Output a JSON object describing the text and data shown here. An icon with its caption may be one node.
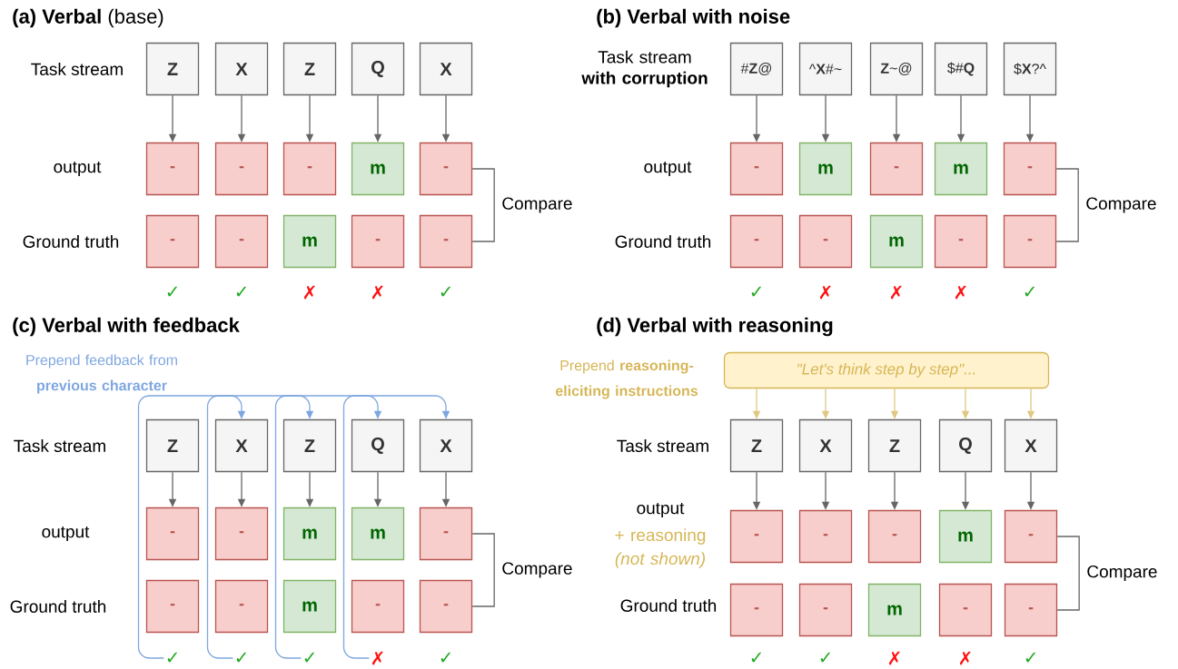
{
  "diagram": {
    "nodes": [
      {
        "text": [
          "Z"
        ]
      },
      {
        "text": [
          "X"
        ]
      },
      {
        "text": [
          "Z"
        ]
      },
      {
        "text": [
          "Q"
        ]
      },
      {
        "text": [
          "X"
        ]
      },
      {
        "text": [
          "-"
        ]
      },
      {
        "text": [
          "-"
        ]
      },
      {
        "text": [
          "-"
        ]
      },
      {
        "text": [
          "m"
        ]
      },
      {
        "text": [
          "-"
        ]
      },
      {
        "text": [
          "-"
        ]
      },
      {
        "text": [
          "-"
        ]
      },
      {
        "text": [
          "m"
        ]
      },
      {
        "text": [
          "-"
        ]
      },
      {
        "text": [
          "-"
        ]
      },
      {
        "text": [
          "#**Z**@"
        ]
      },
      {
        "text": [
          "^**X**#~"
        ]
      },
      {
        "text": [
          "**Z**~@"
        ]
      },
      {
        "text": [
          "$#**Q**"
        ]
      },
      {
        "text": [
          "$**X**?^"
        ]
      },
      {
        "text": [
          "-"
        ]
      },
      {
        "text": [
          "m"
        ]
      },
      {
        "text": [
          "-"
        ]
      },
      {
        "text": [
          "m"
        ]
      },
      {
        "text": [
          "-"
        ]
      },
      {
        "text": [
          "-"
        ]
      },
      {
        "text": [
          "-"
        ]
      },
      {
        "text": [
          "m"
        ]
      },
      {
        "text": [
          "-"
        ]
      },
      {
        "text": [
          "-"
        ]
      },
      {
        "text": [
          "Z"
        ]
      },
      {
        "text": [
          "X"
        ]
      },
      {
        "text": [
          "Z"
        ]
      },
      {
        "text": [
          "Q"
        ]
      },
      {
        "text": [
          "X"
        ]
      },
      {
        "text": [
          "-"
        ]
      },
      {
        "text": [
          "-"
        ]
      },
      {
        "text": [
          "m"
        ]
      },
      {
        "text": [
          "m"
        ]
      },
      {
        "text": [
          "-"
        ]
      },
      {
        "text": [
          "-"
        ]
      },
      {
        "text": [
          "-"
        ]
      },
      {
        "text": [
          "m"
        ]
      },
      {
        "text": [
          "-"
        ]
      },
      {
        "text": [
          "-"
        ]
      },
      {
        "text": [
          "✓"
        ]
      },
      {
        "text": [
          "✓"
        ]
      },
      {
        "text": [
          "✓"
        ]
      },
      {
        "text": [
          "✗"
        ]
      },
      {
        "text": [
          "✓"
        ]
      },
      {
        "text": [
          "\"Let's think step by step\"..."
        ]
      },
      {
        "text": [
          "Z"
        ]
      },
      {
        "text": [
          "X"
        ]
      },
      {
        "text": [
          "Z"
        ]
      },
      {
        "text": [
          "Q"
        ]
      },
      {
        "text": [
          "X"
        ]
      },
      {
        "text": [
          "-"
        ]
      },
      {
        "text": [
          "-"
        ]
      },
      {
        "text": [
          "-"
        ]
      },
      {
        "text": [
          "m"
        ]
      },
      {
        "text": [
          "-"
        ]
      },
      {
        "text": [
          "-"
        ]
      },
      {
        "text": [
          "-"
        ]
      },
      {
        "text": [
          "m"
        ]
      },
      {
        "text": [
          "-"
        ]
      },
      {
        "text": [
          "-"
        ]
      }
    ],
    "edges": [
      {
        "from": 0,
        "to": 5,
        "arrow": "to"
      },
      {
        "from": 1,
        "to": 6,
        "arrow": "to"
      },
      {
        "from": 2,
        "to": 7,
        "arrow": "to"
      },
      {
        "from": 3,
        "to": 8,
        "arrow": "to"
      },
      {
        "from": 4,
        "to": 9,
        "arrow": "to"
      },
      {
        "from": 9,
        "to": 14,
        "arrow": "none",
        "label": "Compare"
      },
      {
        "from": 15,
        "to": 20,
        "arrow": "to"
      },
      {
        "from": 16,
        "to": 21,
        "arrow": "to"
      },
      {
        "from": 17,
        "to": 22,
        "arrow": "to"
      },
      {
        "from": 18,
        "to": 23,
        "arrow": "to"
      },
      {
        "from": 19,
        "to": 24,
        "arrow": "to"
      },
      {
        "from": 24,
        "to": 29,
        "arrow": "none",
        "label": "Compare"
      },
      {
        "from": 30,
        "to": 35,
        "arrow": "to"
      },
      {
        "from": 31,
        "to": 36,
        "arrow": "to"
      },
      {
        "from": 32,
        "to": 37,
        "arrow": "to"
      },
      {
        "from": 33,
        "to": 38,
        "arrow": "to"
      },
      {
        "from": 34,
        "to": 39,
        "arrow": "to"
      },
      {
        "from": 39,
        "to": 44,
        "arrow": "none",
        "label": "Compare"
      },
      {
        "from": 45,
        "to": 31,
        "arrow": "to",
        "color": "#7ea6e0"
      },
      {
        "from": 46,
        "to": 32,
        "arrow": "to",
        "color": "#7ea6e0"
      },
      {
        "from": 47,
        "to": 33,
        "arrow": "to",
        "color": "#7ea6e0"
      },
      {
        "from": 48,
        "to": 34,
        "arrow": "to",
        "color": "#7ea6e0"
      },
      {
        "from": 50,
        "to": 51,
        "arrow": "to",
        "color": "#e0c882"
      },
      {
        "from": 50,
        "to": 52,
        "arrow": "to",
        "color": "#e0c882"
      },
      {
        "from": 50,
        "to": 53,
        "arrow": "to",
        "color": "#e0c882"
      },
      {
        "from": 50,
        "to": 54,
        "arrow": "to",
        "color": "#e0c882"
      },
      {
        "from": 50,
        "to": 55,
        "arrow": "to",
        "color": "#e0c882"
      },
      {
        "from": 51,
        "to": 56,
        "arrow": "to"
      },
      {
        "from": 52,
        "to": 57,
        "arrow": "to"
      },
      {
        "from": 53,
        "to": 58,
        "arrow": "to"
      },
      {
        "from": 54,
        "to": 59,
        "arrow": "to"
      },
      {
        "from": 55,
        "to": 60,
        "arrow": "to"
      },
      {
        "from": 60,
        "to": 65,
        "arrow": "none",
        "label": "Compare"
      }
    ],
    "labels": [
      "**(a) Verbal** (base)",
      "Task stream",
      "output",
      "Ground truth",
      "✓",
      "✓",
      "✗",
      "✗",
      "✓",
      "(b) Verbal with noise",
      "Task stream **with corruption**",
      "output",
      "Ground truth",
      "✓",
      "✗",
      "✗",
      "✗",
      "✓",
      "(c) Verbal with feedback",
      "Prepend feedback from **previous character**",
      "Task stream",
      "output",
      "Ground truth",
      "(d) Verbal with reasoning",
      "Prepend **reasoning-eliciting instructions**",
      "Task stream",
      "output",
      "+ reasoning *(not shown)*",
      "Ground truth",
      "✓",
      "✓",
      "✗",
      "✗",
      "✓"
    ]
  }
}
